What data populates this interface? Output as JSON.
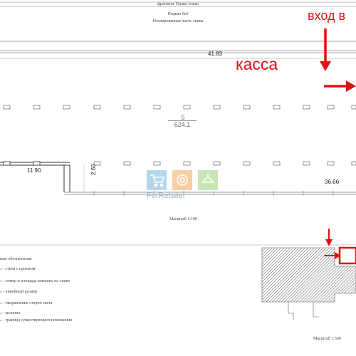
{
  "header": {
    "fragment_title": "фрагмент Плана этажа",
    "podval": "Подвал №0",
    "isolated_part": "Изолированная часть этажа"
  },
  "annotations": {
    "entrance": "вход в",
    "kassa": "касса"
  },
  "dimensions": {
    "total_length": "41.83",
    "left_segment": "11.90",
    "height_segment": "2.60",
    "right_segment": "36.66"
  },
  "room": {
    "number": "5",
    "area": "624.1"
  },
  "watermark": {
    "text": "ForRetailer"
  },
  "scales": {
    "main": "Масштаб 1:100",
    "location": "Масштаб 1:500"
  },
  "legend": {
    "title": "ные обозначения:",
    "items": [
      "- стена с проемом",
      "- номер и площадь комнаты на этаже",
      "- линейный размер",
      "- направление сторон света",
      "- колонна",
      "- граница существующего помещения"
    ]
  },
  "colors": {
    "accent_red": "#e01010",
    "watermark_blue": "#7ab8e0",
    "watermark_orange": "#f0a860",
    "watermark_green": "#9ad07a"
  }
}
